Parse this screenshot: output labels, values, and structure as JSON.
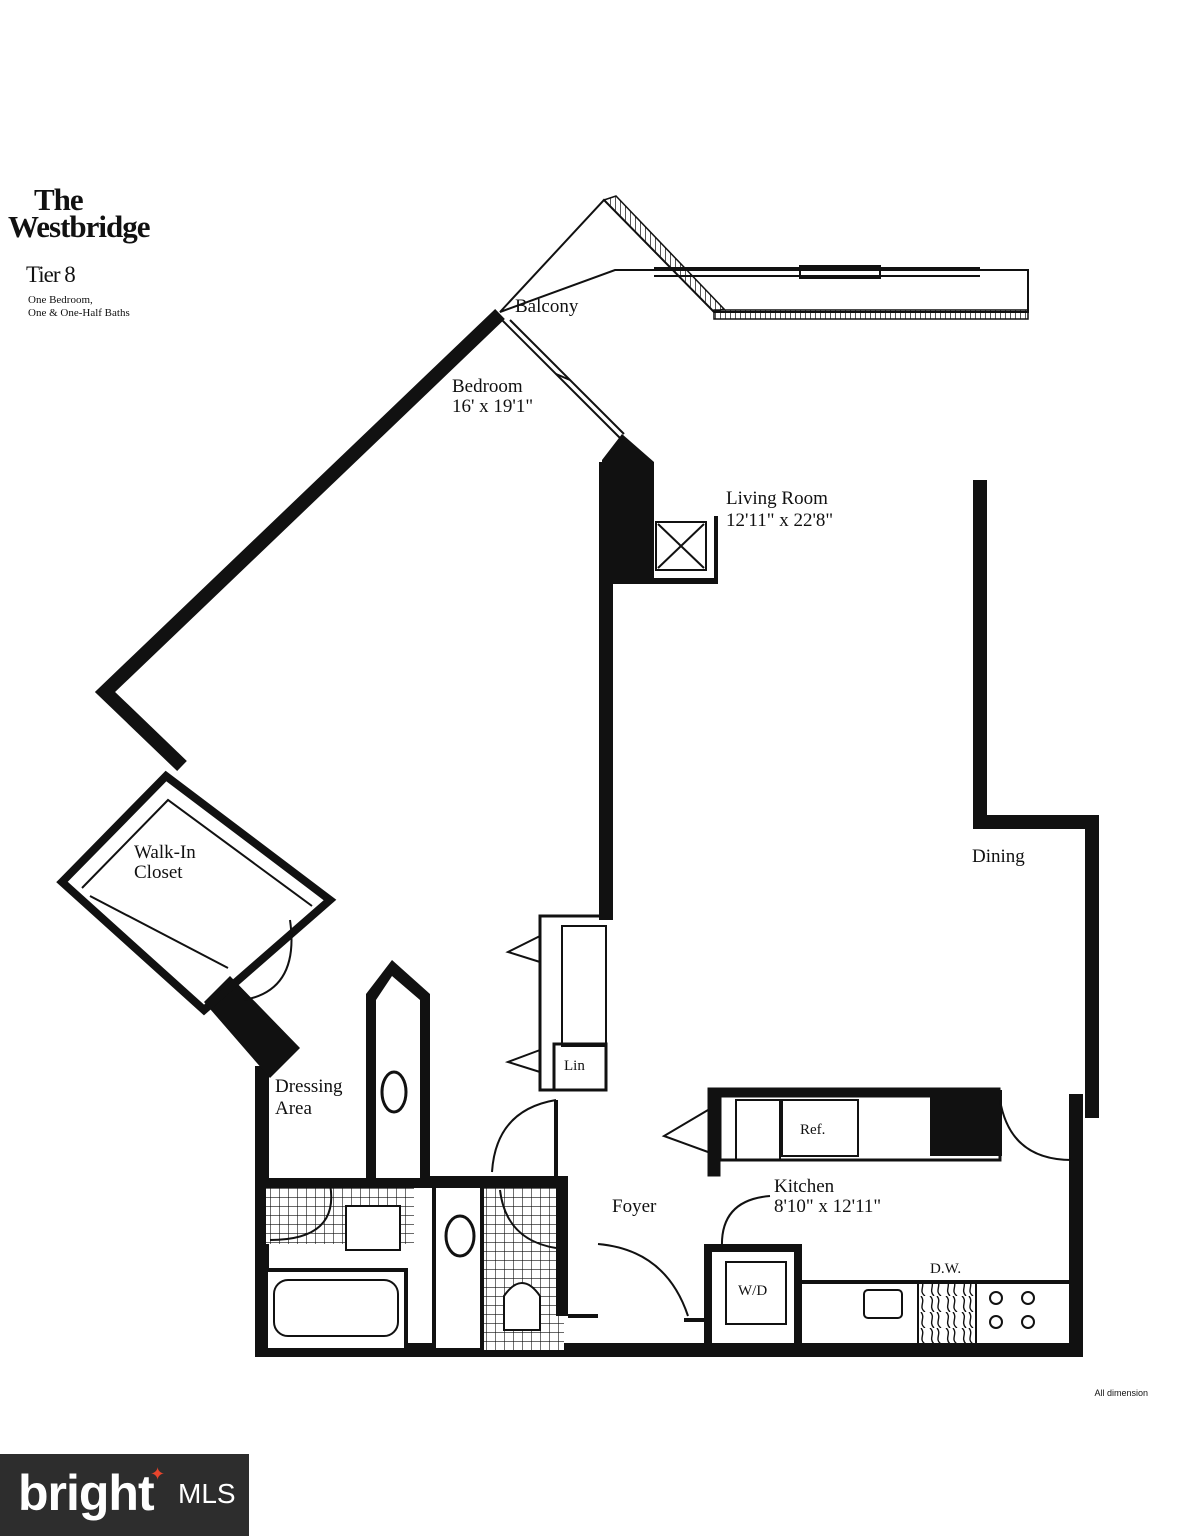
{
  "brand": {
    "line1": "The",
    "line2": "Westbridge",
    "tier": "Tier 8",
    "desc1": "One Bedroom,",
    "desc2": "One & One-Half Baths"
  },
  "rooms": {
    "balcony": "Balcony",
    "bedroom": "Bedroom",
    "bedroom_dim": "16' x 19'1\"",
    "living": "Living Room",
    "living_dim": "12'11\" x 22'8\"",
    "closet1": "Walk-In",
    "closet2": "Closet",
    "dining": "Dining",
    "dressing1": "Dressing",
    "dressing2": "Area",
    "lin": "Lin",
    "foyer": "Foyer",
    "kitchen": "Kitchen",
    "kitchen_dim": "8'10\" x 12'11\"",
    "ref": "Ref.",
    "wd": "W/D",
    "dw": "D.W."
  },
  "footnote": "All dimension",
  "logo": {
    "brand": "bright",
    "mls": "MLS"
  }
}
